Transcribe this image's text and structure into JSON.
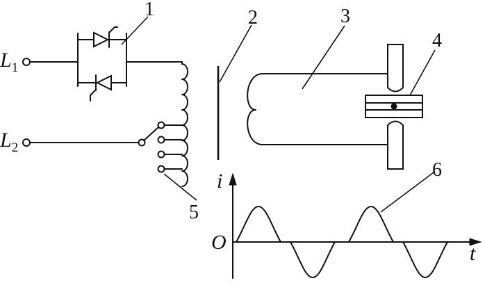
{
  "terminals": {
    "l1": {
      "letter": "L",
      "sub": "1"
    },
    "l2": {
      "letter": "L",
      "sub": "2"
    }
  },
  "callouts": [
    "1",
    "2",
    "3",
    "4",
    "5",
    "6"
  ],
  "graph": {
    "y_axis_label": "i",
    "x_axis_label": "t",
    "origin_label": "O"
  },
  "colors": {
    "ink": "#111111",
    "background": "#ffffff"
  }
}
